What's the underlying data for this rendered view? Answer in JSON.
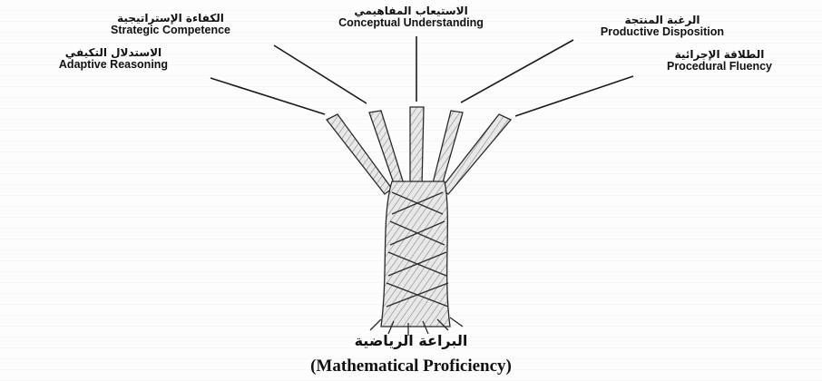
{
  "strands": [
    {
      "id": "strategic",
      "ar": "الكفاءة الإستراتيجية",
      "en": "Strategic Competence"
    },
    {
      "id": "conceptual",
      "ar": "الاستيعاب المفاهيمي",
      "en": "Conceptual Understanding"
    },
    {
      "id": "productive",
      "ar": "الرغبة المنتجة",
      "en": "Productive Disposition"
    },
    {
      "id": "adaptive",
      "ar": "الاستدلال التكيفي",
      "en": "Adaptive Reasoning"
    },
    {
      "id": "procedural",
      "ar": "الطلاقة الإجرائية",
      "en": "Procedural Fluency"
    }
  ],
  "result": {
    "ar": "البراعة الرياضية",
    "en": "(Mathematical Proficiency)"
  },
  "colors": {
    "line": "#1a1a1a",
    "rope_fill": "#e4e4e4",
    "rope_stroke": "#2a2a2a"
  }
}
